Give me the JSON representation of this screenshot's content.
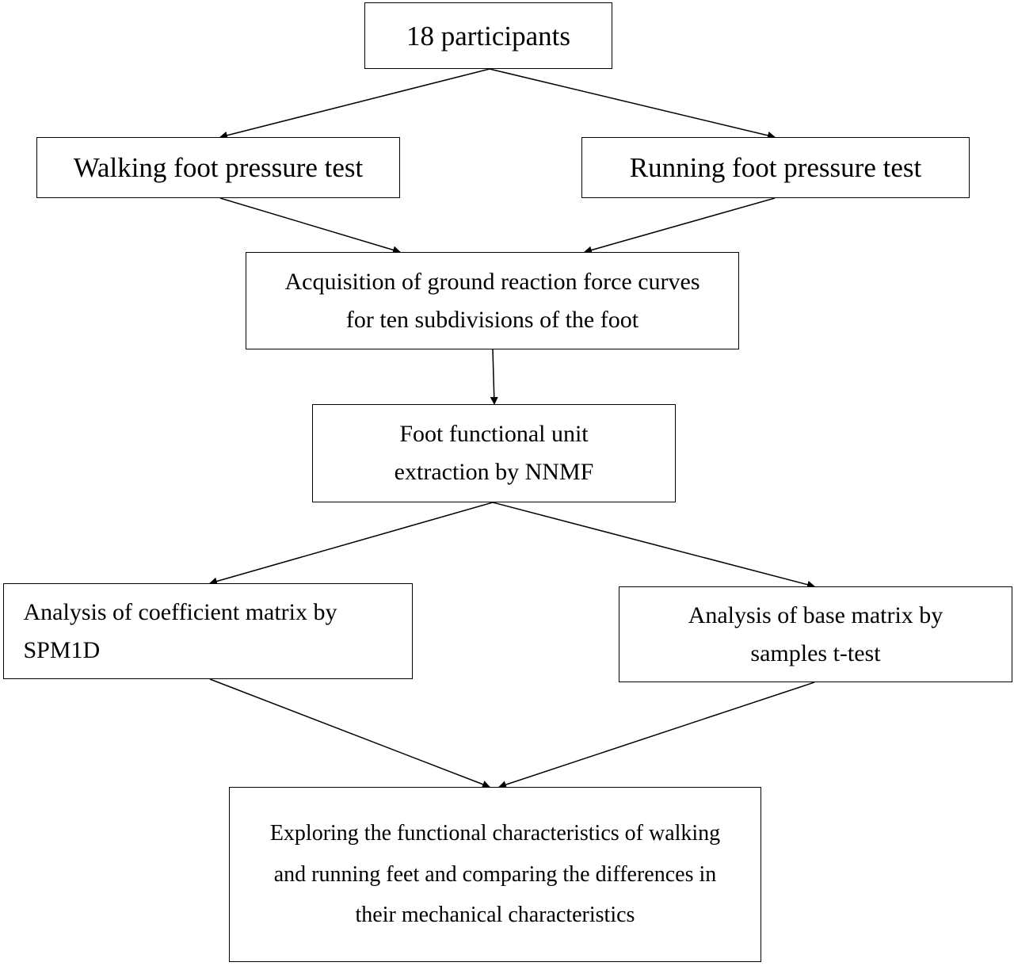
{
  "diagram": {
    "nodes": {
      "participants": {
        "label": "18 participants"
      },
      "walking": {
        "label": "Walking foot pressure test"
      },
      "running": {
        "label": "Running foot pressure test"
      },
      "acquisition": {
        "label": "Acquisition of ground reaction force curves for ten subdivisions of the foot"
      },
      "nnmf": {
        "label": "Foot functional unit extraction by NNMF"
      },
      "coefficient": {
        "label": "Analysis of coefficient matrix by SPM1D"
      },
      "base": {
        "label": "Analysis of base matrix by samples t-test"
      },
      "exploring": {
        "label": "Exploring the functional characteristics of walking and running feet and comparing the differences in their mechanical characteristics"
      }
    },
    "edges": [
      {
        "from": "participants",
        "to": "walking"
      },
      {
        "from": "participants",
        "to": "running"
      },
      {
        "from": "walking",
        "to": "acquisition"
      },
      {
        "from": "running",
        "to": "acquisition"
      },
      {
        "from": "acquisition",
        "to": "nnmf"
      },
      {
        "from": "nnmf",
        "to": "coefficient"
      },
      {
        "from": "nnmf",
        "to": "base"
      },
      {
        "from": "coefficient",
        "to": "exploring"
      },
      {
        "from": "base",
        "to": "exploring"
      }
    ]
  }
}
